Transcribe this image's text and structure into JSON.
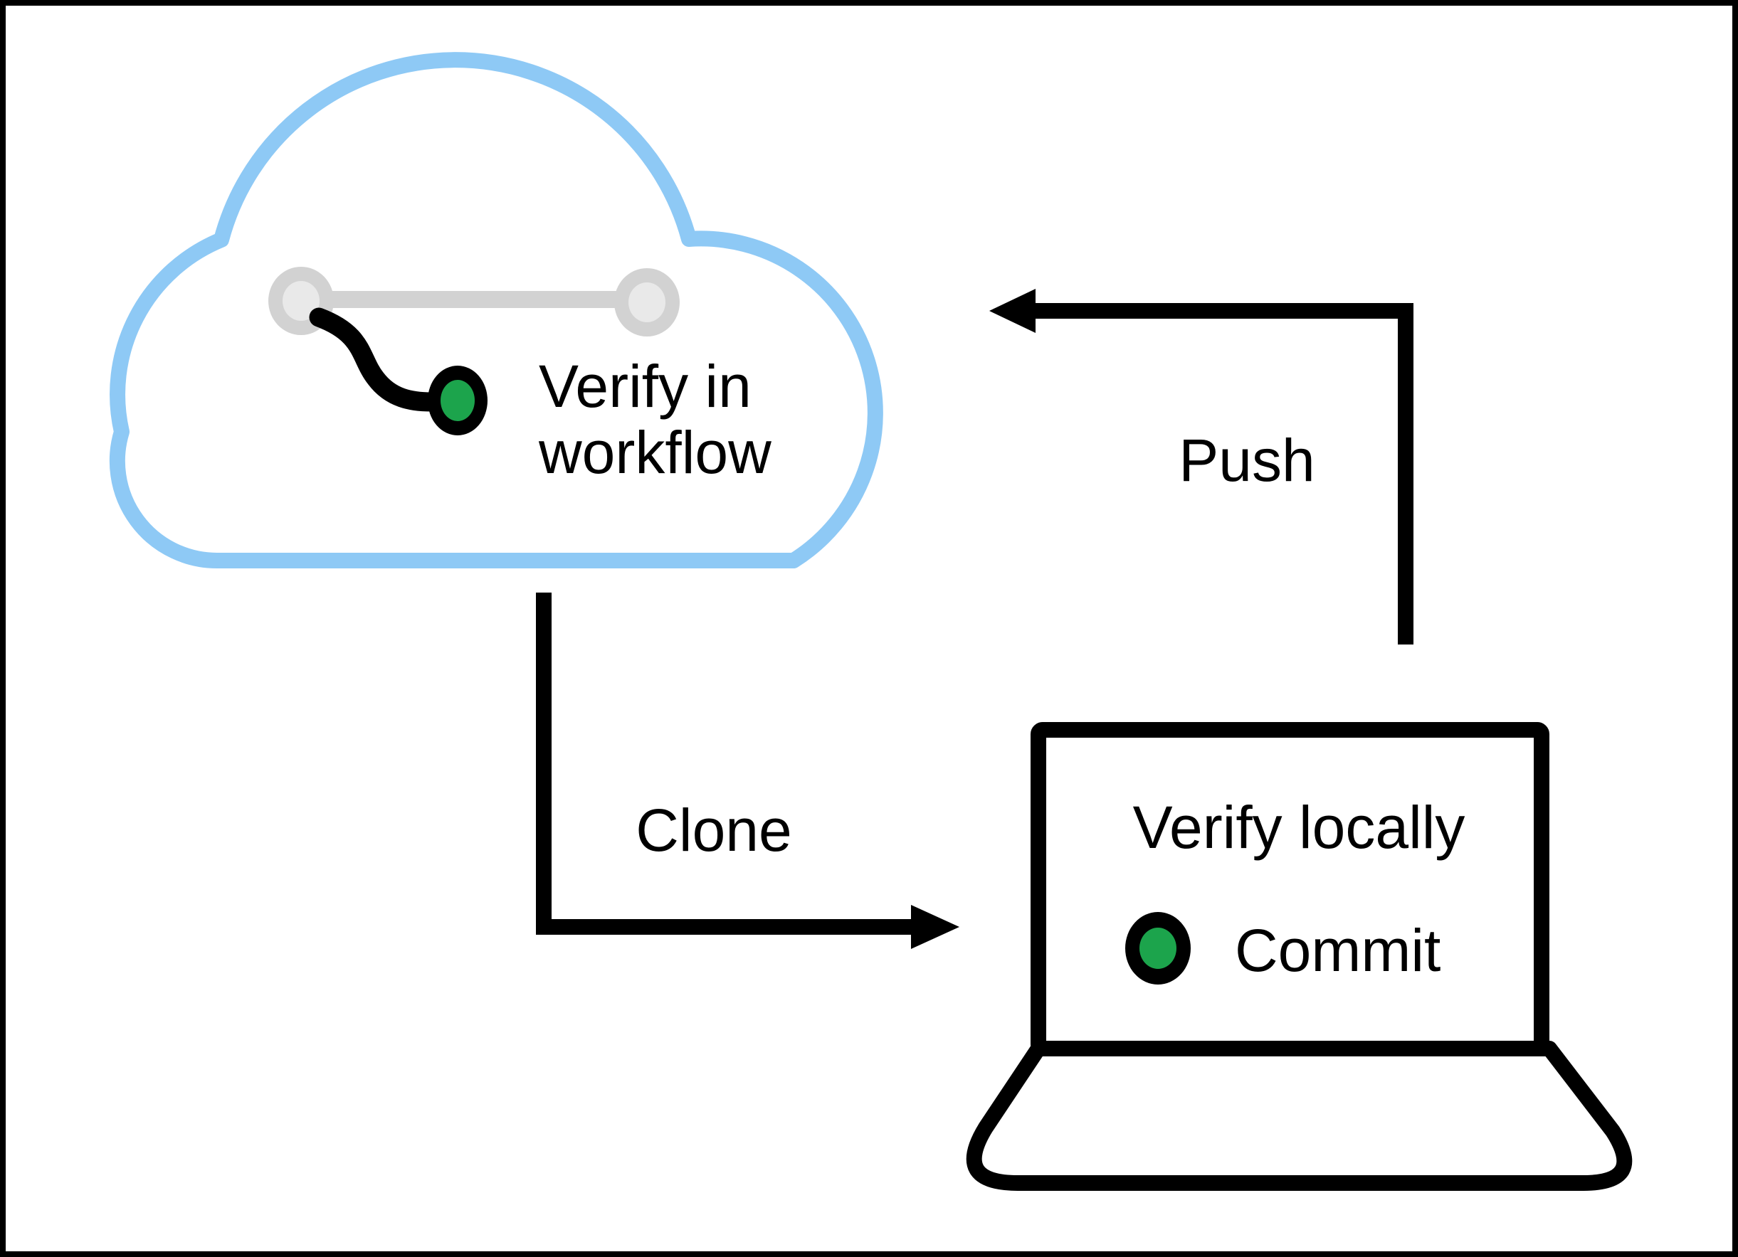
{
  "cloud": {
    "label_line1": "Verify in",
    "label_line2": "workflow"
  },
  "laptop": {
    "label": "Verify locally",
    "commit_label": "Commit"
  },
  "arrows": {
    "push_label": "Push",
    "clone_label": "Clone"
  },
  "colors": {
    "background": "#FFFFFF",
    "frame": "#000000",
    "cloud_outline": "#8EC9F5",
    "branch_gray": "#D2D2D2",
    "branch_gray_inner": "#E9E9E9",
    "commit_green": "#1CA44C",
    "ink": "#000000"
  }
}
